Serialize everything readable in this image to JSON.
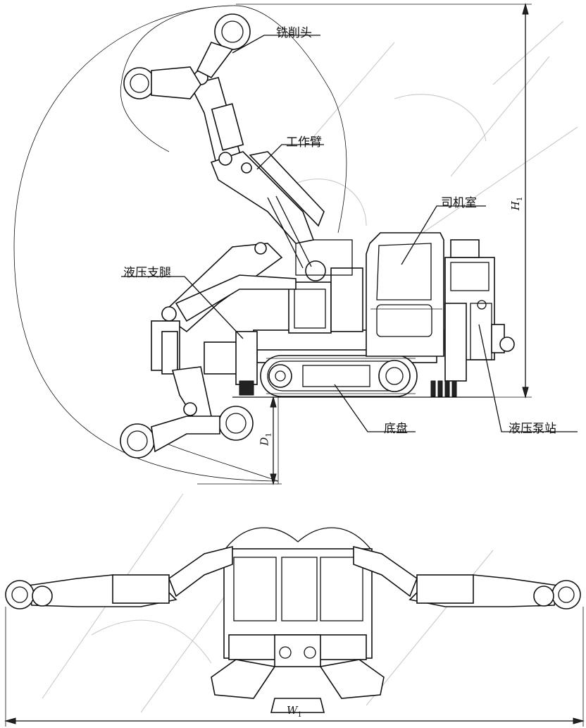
{
  "labels": {
    "cutting_head": "铣削头",
    "working_arm": "工作臂",
    "cab": "司机室",
    "hydraulic_outrigger": "液压支腿",
    "chassis": "底盘",
    "hydraulic_pump_station": "液压泵站"
  },
  "dimensions": {
    "height": {
      "symbol": "H",
      "sub": "1"
    },
    "depth": {
      "symbol": "D",
      "sub": "1"
    },
    "width": {
      "symbol": "W",
      "sub": "1"
    }
  }
}
